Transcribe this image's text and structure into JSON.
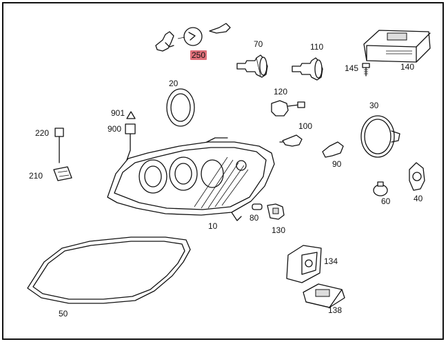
{
  "diagram": {
    "callouts": [
      {
        "id": "p250",
        "text": "250",
        "highlighted": true
      },
      {
        "id": "p70",
        "text": "70"
      },
      {
        "id": "p110",
        "text": "110"
      },
      {
        "id": "p145",
        "text": "145"
      },
      {
        "id": "p140",
        "text": "140"
      },
      {
        "id": "p20",
        "text": "20"
      },
      {
        "id": "p120",
        "text": "120"
      },
      {
        "id": "p901",
        "text": "901"
      },
      {
        "id": "p900",
        "text": "900"
      },
      {
        "id": "p30",
        "text": "30"
      },
      {
        "id": "p220",
        "text": "220"
      },
      {
        "id": "p100",
        "text": "100"
      },
      {
        "id": "p90",
        "text": "90"
      },
      {
        "id": "p210",
        "text": "210"
      },
      {
        "id": "p60",
        "text": "60"
      },
      {
        "id": "p40",
        "text": "40"
      },
      {
        "id": "p80",
        "text": "80"
      },
      {
        "id": "p10",
        "text": "10"
      },
      {
        "id": "p130",
        "text": "130"
      },
      {
        "id": "p134",
        "text": "134"
      },
      {
        "id": "p50",
        "text": "50"
      },
      {
        "id": "p138",
        "text": "138"
      }
    ],
    "highlight_color": "#e0707a"
  }
}
